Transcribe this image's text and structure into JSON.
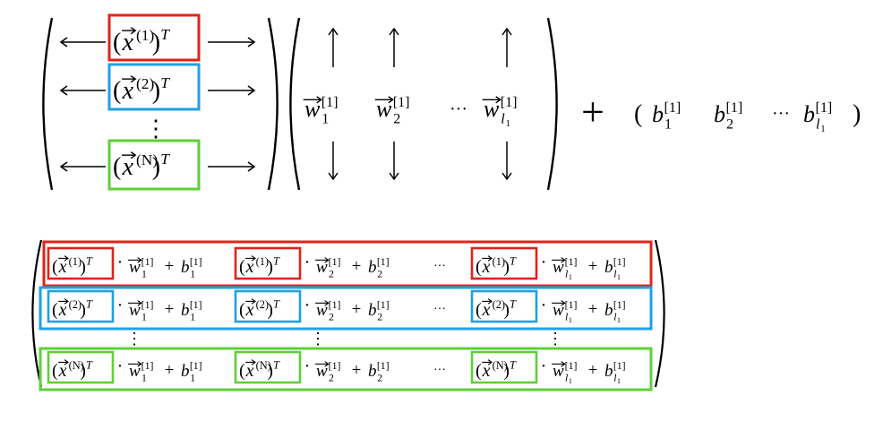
{
  "symbols": {
    "x": "x",
    "w": "w",
    "b": "b",
    "T": "T",
    "plus": "+",
    "dot": "·",
    "ellipsis": "···",
    "vdots": "⋮",
    "open_paren": "(",
    "close_paren": ")",
    "left_arrow": "⟵",
    "right_arrow": "⟶",
    "up_arrow": "↑",
    "down_arrow": "↓",
    "vec_arrow": "→"
  },
  "superscripts": {
    "x_rows": [
      "(1)",
      "(2)",
      "(N)"
    ],
    "layer": "[1]"
  },
  "subscripts": {
    "cols": [
      "1",
      "2",
      "l"
    ],
    "l_sub": "1"
  },
  "colors": {
    "row1": "#e0231a",
    "row2": "#1ea0e8",
    "row3": "#5fcf3a",
    "text": "#000000"
  }
}
